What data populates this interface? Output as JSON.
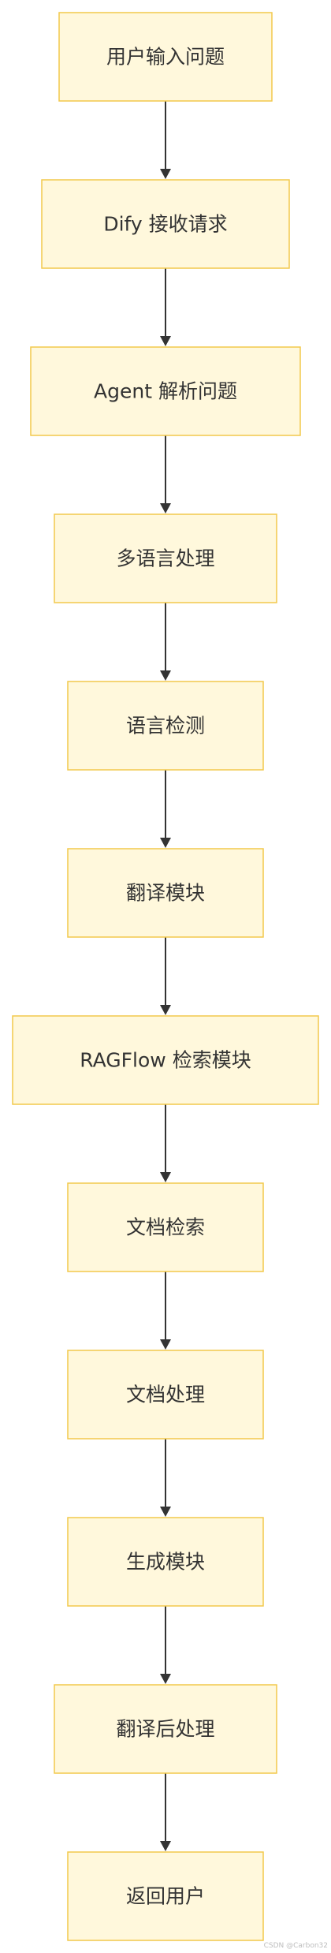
{
  "nodes": [
    {
      "id": "n1",
      "label": "用户输入问题"
    },
    {
      "id": "n2",
      "label": "Dify 接收请求"
    },
    {
      "id": "n3",
      "label": "Agent 解析问题"
    },
    {
      "id": "n4",
      "label": "多语言处理"
    },
    {
      "id": "n5",
      "label": "语言检测"
    },
    {
      "id": "n6",
      "label": "翻译模块"
    },
    {
      "id": "n7",
      "label": "RAGFlow 检索模块"
    },
    {
      "id": "n8",
      "label": "文档检索"
    },
    {
      "id": "n9",
      "label": "文档处理"
    },
    {
      "id": "n10",
      "label": "生成模块"
    },
    {
      "id": "n11",
      "label": "翻译后处理"
    },
    {
      "id": "n12",
      "label": "返回用户"
    }
  ],
  "edges": [
    {
      "from": "n1",
      "to": "n2"
    },
    {
      "from": "n2",
      "to": "n3"
    },
    {
      "from": "n3",
      "to": "n4"
    },
    {
      "from": "n4",
      "to": "n5"
    },
    {
      "from": "n5",
      "to": "n6"
    },
    {
      "from": "n6",
      "to": "n7"
    },
    {
      "from": "n7",
      "to": "n8"
    },
    {
      "from": "n8",
      "to": "n9"
    },
    {
      "from": "n9",
      "to": "n10"
    },
    {
      "from": "n10",
      "to": "n11"
    },
    {
      "from": "n11",
      "to": "n12"
    }
  ],
  "colors": {
    "node_fill": "#fff8dc",
    "node_stroke": "#f2c94c",
    "edge": "#333333",
    "text": "#333333"
  },
  "watermark": "CSDN @Carbon32"
}
